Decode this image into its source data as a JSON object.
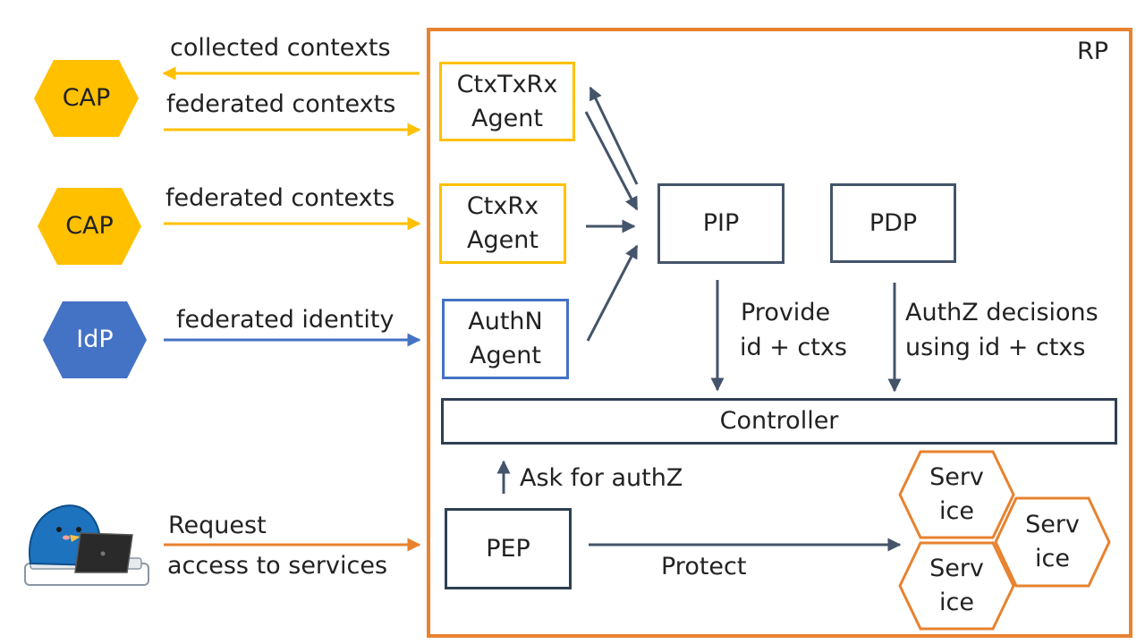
{
  "colors": {
    "orange": "#E8822F",
    "yellow": "#FFC000",
    "blue": "#4472C4",
    "slate": "#44546A",
    "navy": "#2F3F52",
    "user_blue": "#1E73BE"
  },
  "rp": {
    "label": "RP"
  },
  "left_nodes": {
    "cap1": "CAP",
    "cap2": "CAP",
    "idp": "IdP"
  },
  "agents": {
    "ctxtxrx": [
      "CtxTxRx",
      "Agent"
    ],
    "ctxrx": [
      "CtxRx",
      "Agent"
    ],
    "authn": [
      "AuthN",
      "Agent"
    ]
  },
  "components": {
    "pip": "PIP",
    "pdp": "PDP",
    "controller": "Controller",
    "pep": "PEP"
  },
  "flows": {
    "collected_contexts": "collected contexts",
    "federated_contexts_1": "federated contexts",
    "federated_contexts_2": "federated contexts",
    "federated_identity": "federated identity",
    "request": [
      "Request",
      "access to services"
    ],
    "provide": [
      "Provide",
      "id + ctxs"
    ],
    "authz_decisions": [
      "AuthZ decisions",
      "using id + ctxs"
    ],
    "ask_for_authz": "Ask for authZ",
    "protect": "Protect"
  },
  "services": [
    [
      "Serv",
      "ice"
    ],
    [
      "Serv",
      "ice"
    ],
    [
      "Serv",
      "ice"
    ]
  ]
}
